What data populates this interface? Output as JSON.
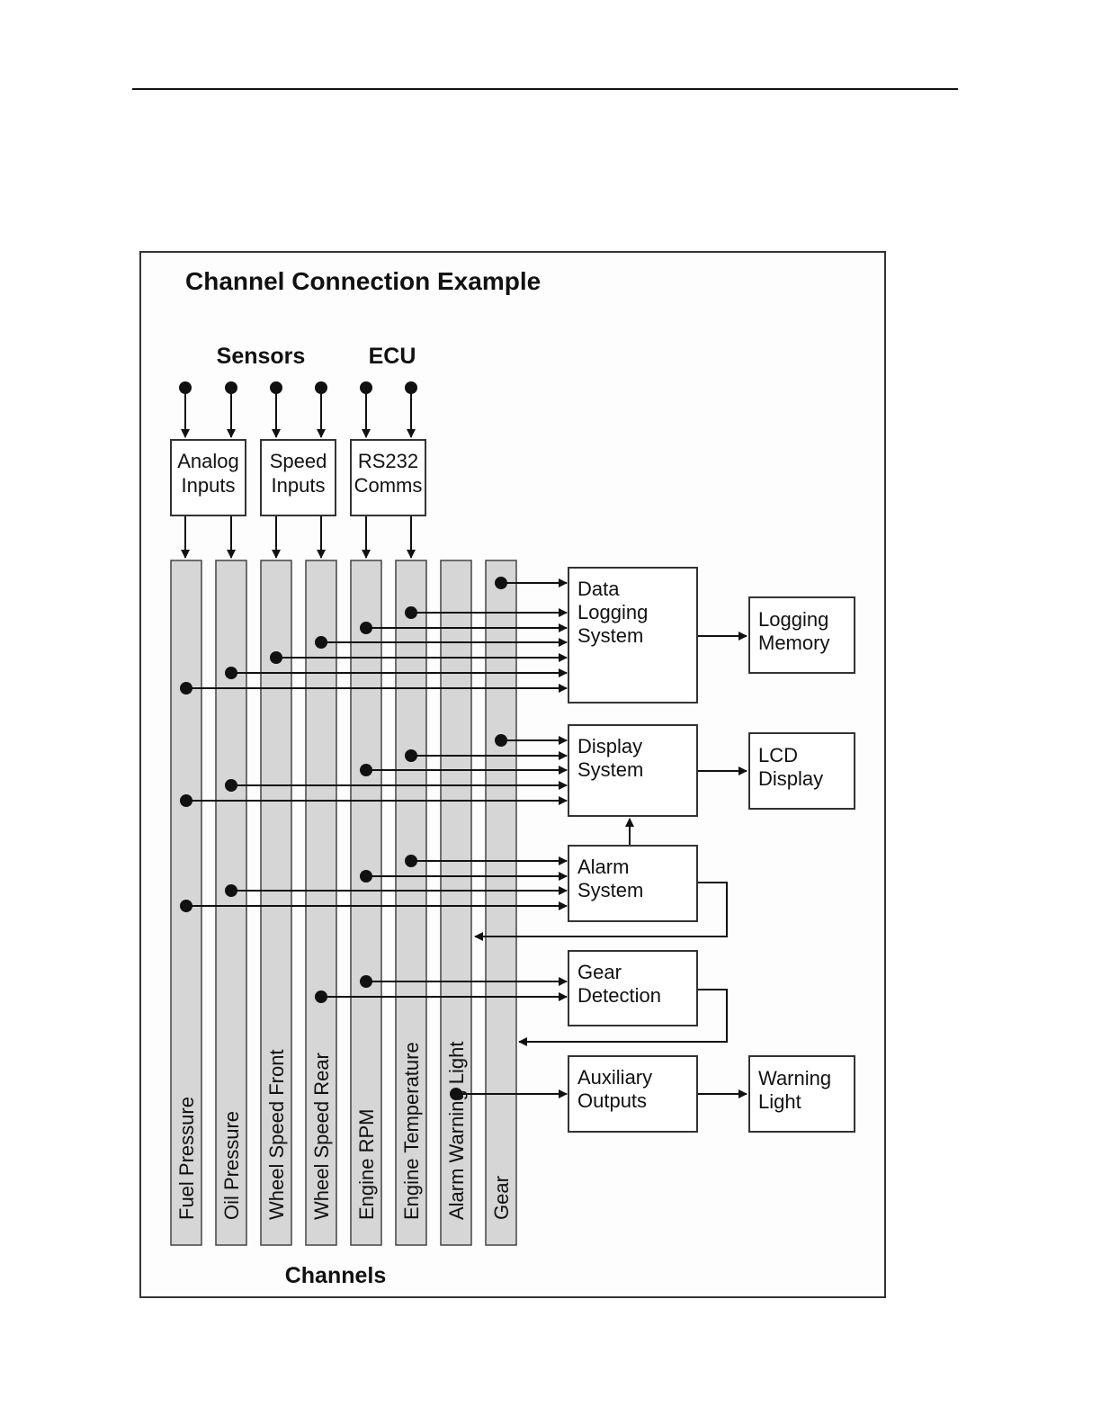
{
  "diagram": {
    "title": "Channel Connection Example",
    "group_labels": {
      "sensors": "Sensors",
      "ecu": "ECU",
      "channels": "Channels"
    },
    "input_modules": [
      {
        "id": "analog",
        "lines": [
          "Analog",
          "Inputs"
        ]
      },
      {
        "id": "speed",
        "lines": [
          "Speed",
          "Inputs"
        ]
      },
      {
        "id": "rs232",
        "lines": [
          "RS232",
          "Comms"
        ]
      }
    ],
    "channels": [
      "Fuel Pressure",
      "Oil Pressure",
      "Wheel Speed Front",
      "Wheel Speed Rear",
      "Engine RPM",
      "Engine Temperature",
      "Alarm Warning Light",
      "Gear"
    ],
    "systems": [
      {
        "id": "data-logging",
        "lines": [
          "Data",
          "Logging",
          "System"
        ]
      },
      {
        "id": "display",
        "lines": [
          "Display",
          "System"
        ]
      },
      {
        "id": "alarm",
        "lines": [
          "Alarm",
          "System"
        ]
      },
      {
        "id": "gear-detection",
        "lines": [
          "Gear",
          "Detection"
        ]
      },
      {
        "id": "auxiliary",
        "lines": [
          "Auxiliary",
          "Outputs"
        ]
      }
    ],
    "outputs": [
      {
        "id": "logging-memory",
        "lines": [
          "Logging",
          "Memory"
        ]
      },
      {
        "id": "lcd-display",
        "lines": [
          "LCD",
          "Display"
        ]
      },
      {
        "id": "warning-light",
        "lines": [
          "Warning",
          "Light"
        ]
      }
    ],
    "colors": {
      "channel_fill": "#d6d6d6",
      "line": "#111111",
      "frame_bg": "#fdfdfd"
    }
  }
}
